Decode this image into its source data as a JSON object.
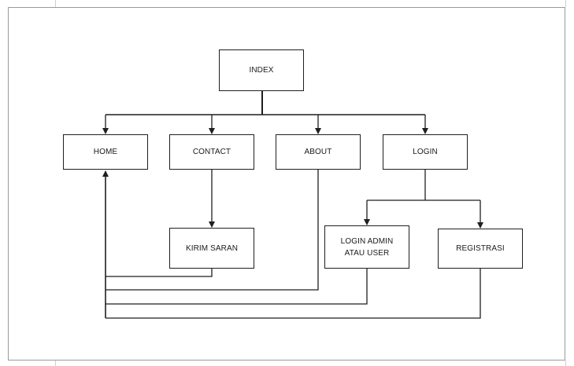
{
  "diagram": {
    "nodes": [
      {
        "id": "index",
        "label": "INDEX"
      },
      {
        "id": "home",
        "label": "HOME"
      },
      {
        "id": "contact",
        "label": "CONTACT"
      },
      {
        "id": "about",
        "label": "ABOUT"
      },
      {
        "id": "login",
        "label": "LOGIN"
      },
      {
        "id": "kirim_saran",
        "label": "KIRIM SARAN"
      },
      {
        "id": "login_admin_user",
        "label": "LOGIN ADMIN ATAU USER"
      },
      {
        "id": "registrasi",
        "label": "REGISTRASI"
      }
    ],
    "edges": [
      {
        "from": "index",
        "to": "home"
      },
      {
        "from": "index",
        "to": "contact"
      },
      {
        "from": "index",
        "to": "about"
      },
      {
        "from": "index",
        "to": "login"
      },
      {
        "from": "contact",
        "to": "kirim_saran"
      },
      {
        "from": "login",
        "to": "login_admin_user"
      },
      {
        "from": "login",
        "to": "registrasi"
      },
      {
        "from": "kirim_saran",
        "to": "home"
      },
      {
        "from": "about",
        "to": "home"
      },
      {
        "from": "login_admin_user",
        "to": "home"
      },
      {
        "from": "registrasi",
        "to": "home"
      }
    ],
    "colors": {
      "stroke": "#1f1f1f",
      "background": "#ffffff",
      "page_border": "#9a9a9a"
    }
  }
}
